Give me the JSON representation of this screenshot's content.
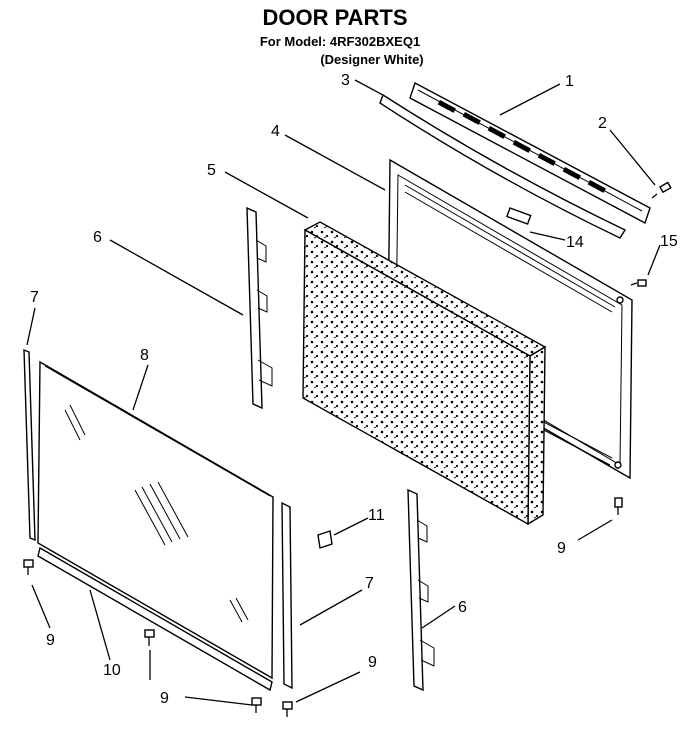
{
  "header": {
    "title": "DOOR PARTS",
    "model_line": "For Model: 4RF302BXEQ1",
    "color_line": "(Designer White)"
  },
  "callouts": [
    {
      "id": "c1",
      "label": "1"
    },
    {
      "id": "c2",
      "label": "2"
    },
    {
      "id": "c3",
      "label": "3"
    },
    {
      "id": "c4",
      "label": "4"
    },
    {
      "id": "c5",
      "label": "5"
    },
    {
      "id": "c6a",
      "label": "6"
    },
    {
      "id": "c6b",
      "label": "6"
    },
    {
      "id": "c7a",
      "label": "7"
    },
    {
      "id": "c7b",
      "label": "7"
    },
    {
      "id": "c8",
      "label": "8"
    },
    {
      "id": "c9a",
      "label": "9"
    },
    {
      "id": "c9b",
      "label": "9"
    },
    {
      "id": "c9c",
      "label": "9"
    },
    {
      "id": "c9d",
      "label": "9"
    },
    {
      "id": "c10",
      "label": "10"
    },
    {
      "id": "c11",
      "label": "11"
    },
    {
      "id": "c14",
      "label": "14"
    },
    {
      "id": "c15",
      "label": "15"
    }
  ]
}
